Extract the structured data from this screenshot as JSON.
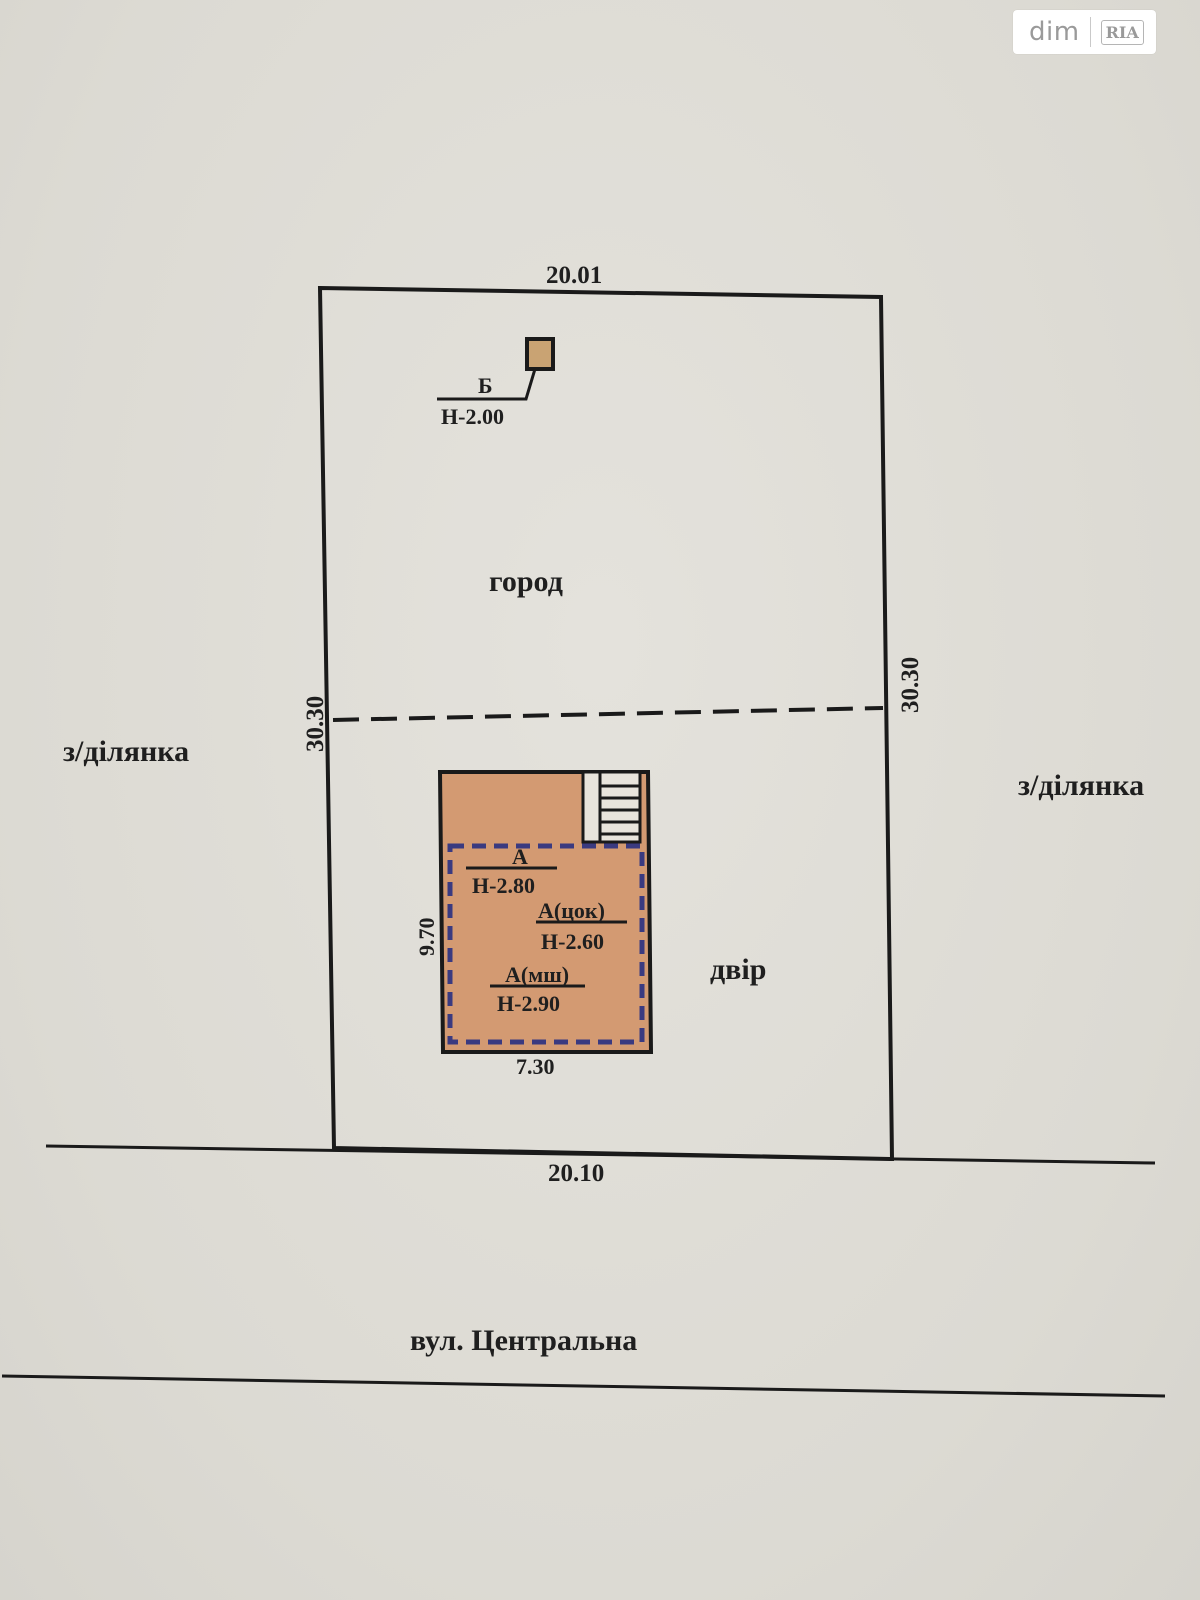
{
  "watermark": {
    "brand": "dim",
    "brand_badge": "RIA"
  },
  "plot": {
    "top_dim": "20.01",
    "bottom_dim": "20.10",
    "left_dim": "30.30",
    "right_dim": "30.30",
    "zone_garden": "город",
    "zone_yard": "двір"
  },
  "outbuilding": {
    "label": "Б",
    "height": "Н-2.00"
  },
  "house": {
    "label_a": "А",
    "height_a": "Н-2.80",
    "label_basement": "А(цок)",
    "height_basement": "Н-2.60",
    "label_attic": "А(мш)",
    "height_attic": "Н-2.90",
    "width_dim": "7.30",
    "depth_dim": "9.70"
  },
  "neighbors": {
    "left": "з/ділянка",
    "right": "з/ділянка"
  },
  "street": {
    "name": "вул. Центральна"
  },
  "colors": {
    "house_fill": "#d39a72",
    "house_border": "#3a3a80",
    "line": "#1a1a1a"
  }
}
